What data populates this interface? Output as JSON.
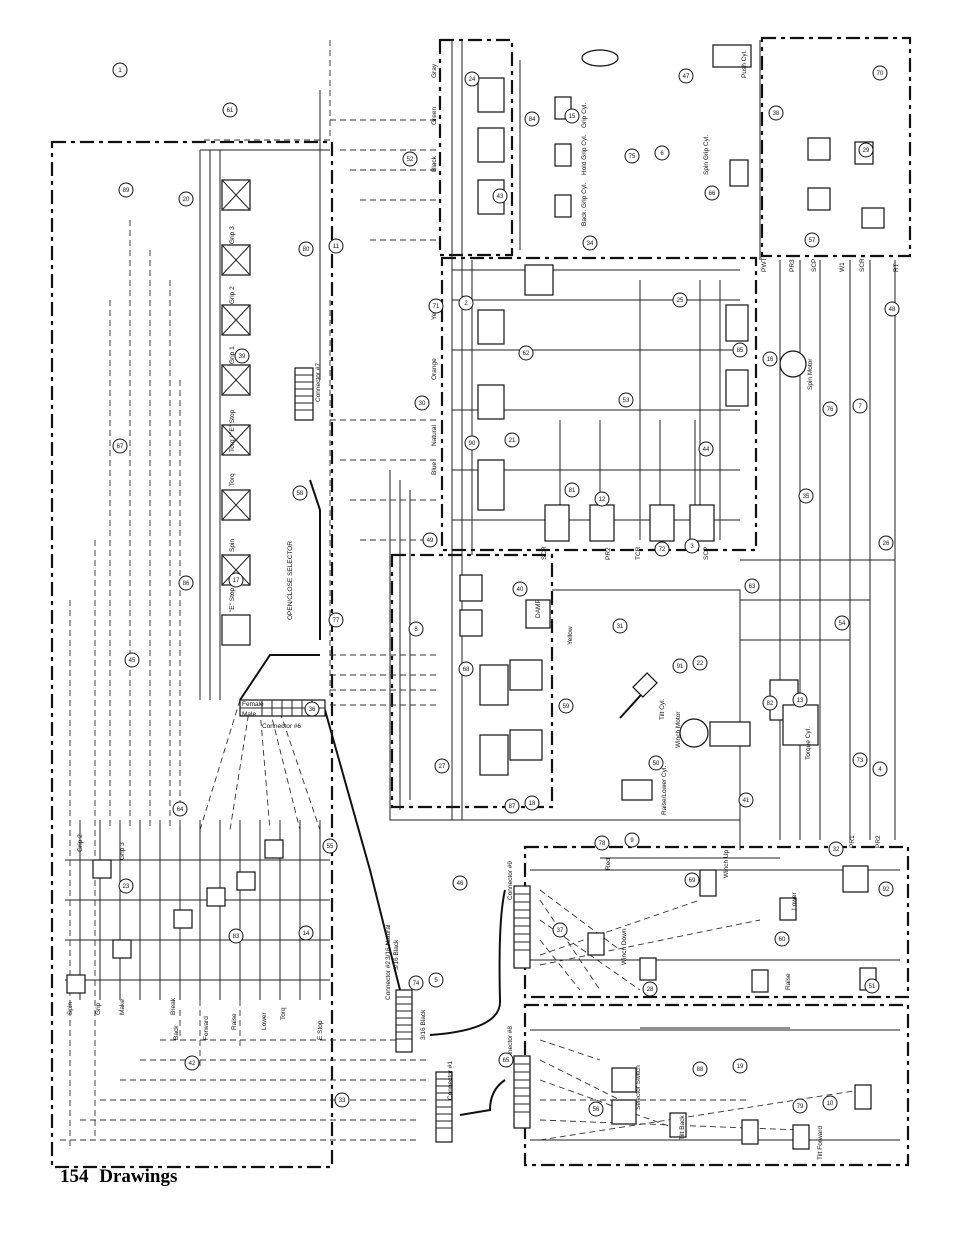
{
  "footer": {
    "page_number": "154",
    "section": "Drawings"
  },
  "connectors": {
    "c7": "Connector #7",
    "c6": "Connector #6",
    "c2": "Connector #2",
    "c1": "Connector #1",
    "c9": "Connector #9",
    "c8": "Connector #8",
    "female": "Female",
    "male": "Male"
  },
  "wire_colors": [
    "Gray",
    "Green",
    "Black",
    "Yellow",
    "Orange",
    "Natural",
    "Blue",
    "Red",
    "Yellow",
    "3/16 Natural",
    "3/16 Black",
    "3/16 Black"
  ],
  "switch_labels": [
    "Grip",
    "Break",
    "Make",
    "Back",
    "Forward",
    "Raise",
    "Lower",
    "Torq",
    "E Stop",
    "Spin",
    "Grip 2",
    "Grip 3"
  ],
  "valve_labels": [
    "Grip 3",
    "Grip 2",
    "Grip 1",
    "Torq / \"E\" Stop",
    "Torq",
    "Spin",
    "\"E\" Stop",
    "Tilt Back",
    "Winch Up",
    "Winch Down",
    "Raise",
    "Lower",
    "Tilt Forward",
    "Selector Switch"
  ],
  "component_labels": [
    "Push Cyl.",
    "Spin Grip Cyl.",
    "Grip Cyl.",
    "Hold Grip Cyl.",
    "Back. Grip Cyl.",
    "Spin Motor",
    "Winch Motor",
    "Tilt Cyl.",
    "Torque Cyl.",
    "Raise/Lower Cyl.",
    "OPEN/CLOSE SELECTOR",
    "DAMP"
  ],
  "port_labels": [
    "PWT",
    "PR3",
    "SCP",
    "W1",
    "SCR",
    "RT",
    "PR1",
    "PR2",
    "SCR",
    "TCR",
    "PR2",
    "SCP"
  ],
  "bubbles": [
    "1",
    "2",
    "3",
    "4",
    "5",
    "6",
    "7",
    "8",
    "9",
    "10",
    "11",
    "12",
    "13",
    "14",
    "15",
    "16",
    "17",
    "18",
    "19",
    "20",
    "21",
    "22",
    "23",
    "24",
    "25",
    "26",
    "27",
    "28",
    "29",
    "30",
    "31",
    "32",
    "33",
    "34",
    "35",
    "36",
    "37",
    "38",
    "39",
    "40",
    "41",
    "42",
    "43",
    "44",
    "45",
    "46",
    "47",
    "48",
    "49",
    "50",
    "51",
    "52",
    "53",
    "54",
    "55",
    "56",
    "57",
    "58",
    "59",
    "60",
    "61",
    "62",
    "63",
    "64",
    "65",
    "66",
    "67",
    "68",
    "69",
    "70",
    "71",
    "72",
    "73",
    "74",
    "75",
    "76",
    "77",
    "78",
    "79",
    "80",
    "81",
    "82",
    "83",
    "84",
    "85",
    "86",
    "87",
    "88",
    "89",
    "90",
    "91",
    "92"
  ]
}
